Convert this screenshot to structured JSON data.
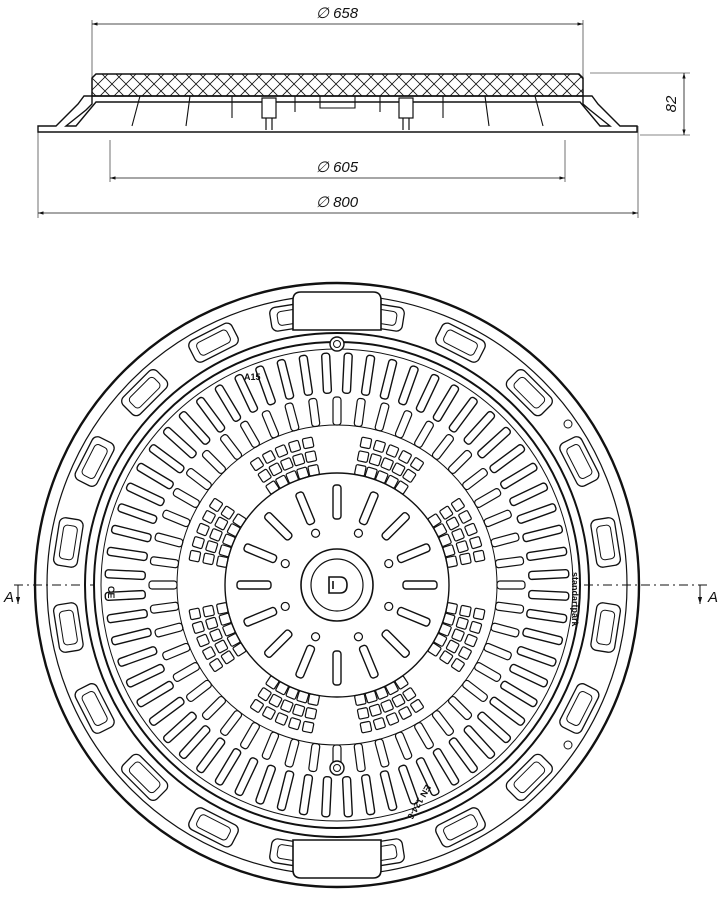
{
  "dimensions": {
    "top_diameter": "∅ 658",
    "frame_inner_diameter": "∅ 605",
    "frame_outer_diameter": "∅ 800",
    "height": "82"
  },
  "section": {
    "left_label": "A",
    "right_label": "A"
  },
  "lid_markings": {
    "load_class": "A15",
    "ce_mark": "CE",
    "standard": "EN 124-6",
    "brand": "standartpark"
  },
  "colors": {
    "line": "#111111",
    "background": "#ffffff"
  }
}
